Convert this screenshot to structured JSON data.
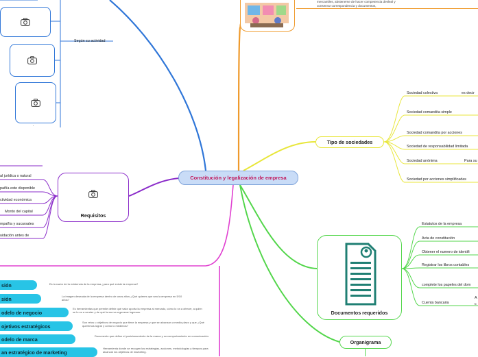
{
  "central": "Constitución y legalización de empresa",
  "top_right": {
    "text_line1": "mercantiles, abstenerse de hacer competencia desleal y",
    "text_line2": "conservar correspondencia y documentos,"
  },
  "actividad": {
    "label": "Según su actividad",
    "tail_dot": "."
  },
  "tipo_sociedades": {
    "title": "Tipo de sociedades",
    "items": [
      {
        "label": "Sociedad colectiva",
        "extra": "es decir"
      },
      {
        "label": "Sociedad comandita simple",
        "extra": ""
      },
      {
        "label": "Sociedad comandita por acciones",
        "extra": ""
      },
      {
        "label": "Sociedad de responsabilidad limitada",
        "extra": ""
      },
      {
        "label": "Sociedad anónima",
        "extra": "Para su"
      },
      {
        "label": "Sociedad por acciones simplificadas",
        "extra": ""
      }
    ]
  },
  "documentos": {
    "title": "Documentos requeridos",
    "items": [
      {
        "label": "Estatutos de la empresa",
        "extra": ""
      },
      {
        "label": "Acta de constitución",
        "extra": ""
      },
      {
        "label": "Obtener el numero de identifi",
        "extra": ""
      },
      {
        "label": "Registrar los libros contables",
        "extra": ""
      },
      {
        "label": "complete los papeles del dom",
        "extra": ""
      },
      {
        "label": "Cuenta bancaria",
        "extra": "A",
        "extra2": "c"
      }
    ]
  },
  "organigrama": {
    "title": "Organigrama"
  },
  "requisitos": {
    "title": "Requisitos",
    "items": [
      "al jurídica o natural",
      "pañía este disponible",
      "ctividad económica",
      "Monto del capital",
      "mpañía y sucursales",
      "uidación antes de"
    ]
  },
  "plan": {
    "items": [
      {
        "label": "sión",
        "desc": "Es la razón de la existencia de la empresa ¿para qué existe la empresa?"
      },
      {
        "label": "sión",
        "desc": "La imagen deseada de la empresa dentro de unos años ¿Qué quieres que sea la empresa en 5/10 años?"
      },
      {
        "label": "odelo de negocio",
        "desc": "Es herramientas que permite definir qué valor aporta la empresa al mercado, cómo lo va a ofrecer, a quién se lo va a vender y de qué forma va a generar ingresos."
      },
      {
        "label": "ojetivos estratégicos",
        "desc": "Son retos u objetivos de negocio que tiene la empresa y que se alcanzan a medio plazo y que ¿Qué queremos lograr y cómo lo medimos?"
      },
      {
        "label": "odelo de marca",
        "desc": "Documento que define el posicionamiento de la marca y su comportamiento en comunicación."
      },
      {
        "label": "an estratégico de marketing",
        "desc": "Herramienta donde se recogen las estrategias, acciones, metodologías y tiempos para alcanzar los objetivos de marketing."
      }
    ]
  },
  "colors": {
    "orange": "#ef9a2c",
    "yellow": "#e8e63a",
    "green": "#53d64b",
    "purple": "#8a2bc9",
    "blue": "#2f76d8",
    "magenta": "#e040d0",
    "cyan": "#28c4e6"
  }
}
